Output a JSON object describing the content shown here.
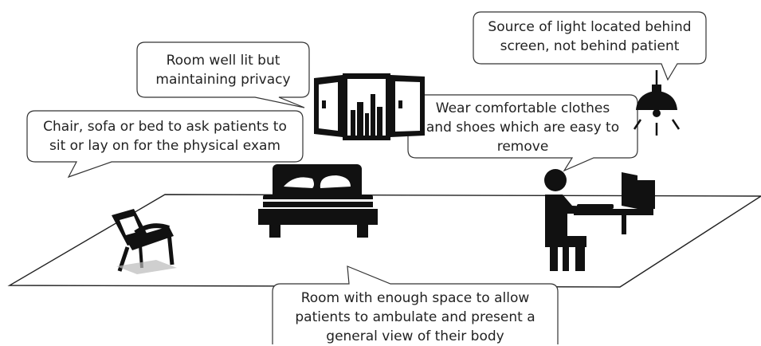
{
  "callouts": {
    "light_source": "Source of light located behind\nscreen, not behind patient",
    "room_lit": "Room well lit but\nmaintaining privacy",
    "clothes": "Wear comfortable clothes\nand shoes which are easy to\nremove",
    "furniture": "Chair, sofa or bed to ask patients to\nsit or lay on for the physical exam",
    "space": "Room with enough space to allow\npatients to ambulate and present a\ngeneral view of their body"
  },
  "icons": [
    "window-icon",
    "bed-icon",
    "armchair-icon",
    "person-at-computer-icon",
    "ceiling-lamp-icon"
  ],
  "colors": {
    "ink": "#111111",
    "stroke": "#222222",
    "background": "#ffffff"
  }
}
